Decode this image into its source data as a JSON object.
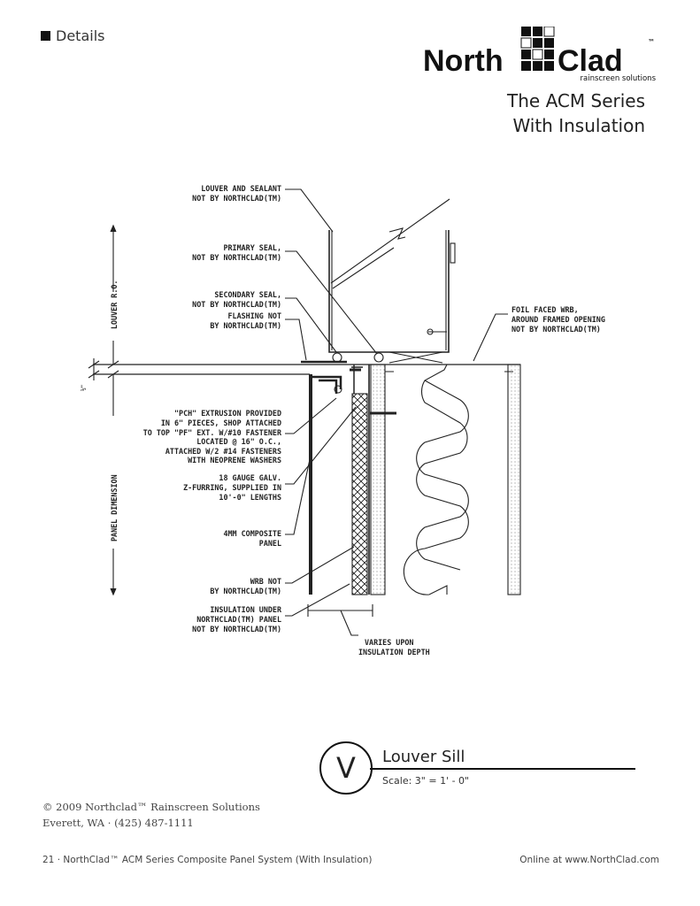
{
  "header": {
    "section": "Details",
    "logo": {
      "left": "North",
      "right": "Clad",
      "tm": "™",
      "tagline": "rainscreen solutions"
    },
    "series_line1": "The ACM Series",
    "series_line2": "With Insulation"
  },
  "drawing": {
    "callouts": {
      "louver_sealant": [
        "LOUVER AND SEALANT",
        "NOT BY NORTHCLAD(TM)"
      ],
      "primary_seal": [
        "PRIMARY SEAL,",
        "NOT BY NORTHCLAD(TM)"
      ],
      "secondary_seal": [
        "SECONDARY SEAL,",
        "NOT BY NORTHCLAD(TM)"
      ],
      "flashing": [
        "FLASHING NOT",
        "BY NORTHCLAD(TM)"
      ],
      "foil_wrb": [
        "FOIL FACED WRB,",
        "AROUND FRAMED OPENING",
        "NOT BY NORTHCLAD(TM)"
      ],
      "pch": [
        "\"PCH\" EXTRUSION PROVIDED",
        "IN 6\" PIECES, SHOP ATTACHED",
        "TO TOP \"PF\" EXT. W/#10 FASTENER",
        "LOCATED @ 16\" O.C.,",
        "ATTACHED W/2 #14 FASTENERS",
        "WITH NEOPRENE WASHERS"
      ],
      "furring": [
        "18 GAUGE GALV.",
        "Z-FURRING, SUPPLIED IN",
        "10'-0\" LENGTHS"
      ],
      "composite": [
        "4MM COMPOSITE",
        "PANEL"
      ],
      "wrb": [
        "WRB NOT",
        "BY NORTHCLAD(TM)"
      ],
      "insulation": [
        "INSULATION UNDER",
        "NORTHCLAD(TM) PANEL",
        "NOT BY NORTHCLAD(TM)"
      ],
      "varies": [
        "VARIES UPON",
        "INSULATION DEPTH"
      ]
    },
    "dimensions": {
      "louver_ro": "LOUVER R.O.",
      "panel": "PANEL DIMENSION",
      "half": "½\""
    }
  },
  "detail": {
    "marker": "V",
    "title": "Louver Sill",
    "scale": "Scale: 3\" = 1' - 0\""
  },
  "copyright": {
    "line1": "© 2009 Northclad™ Rainscreen Solutions",
    "line2": "Everett, WA · (425) 487-1111"
  },
  "footer": {
    "left": "21 · NorthClad™ ACM Series Composite Panel System (With Insulation)",
    "right": "Online at www.NorthClad.com"
  }
}
